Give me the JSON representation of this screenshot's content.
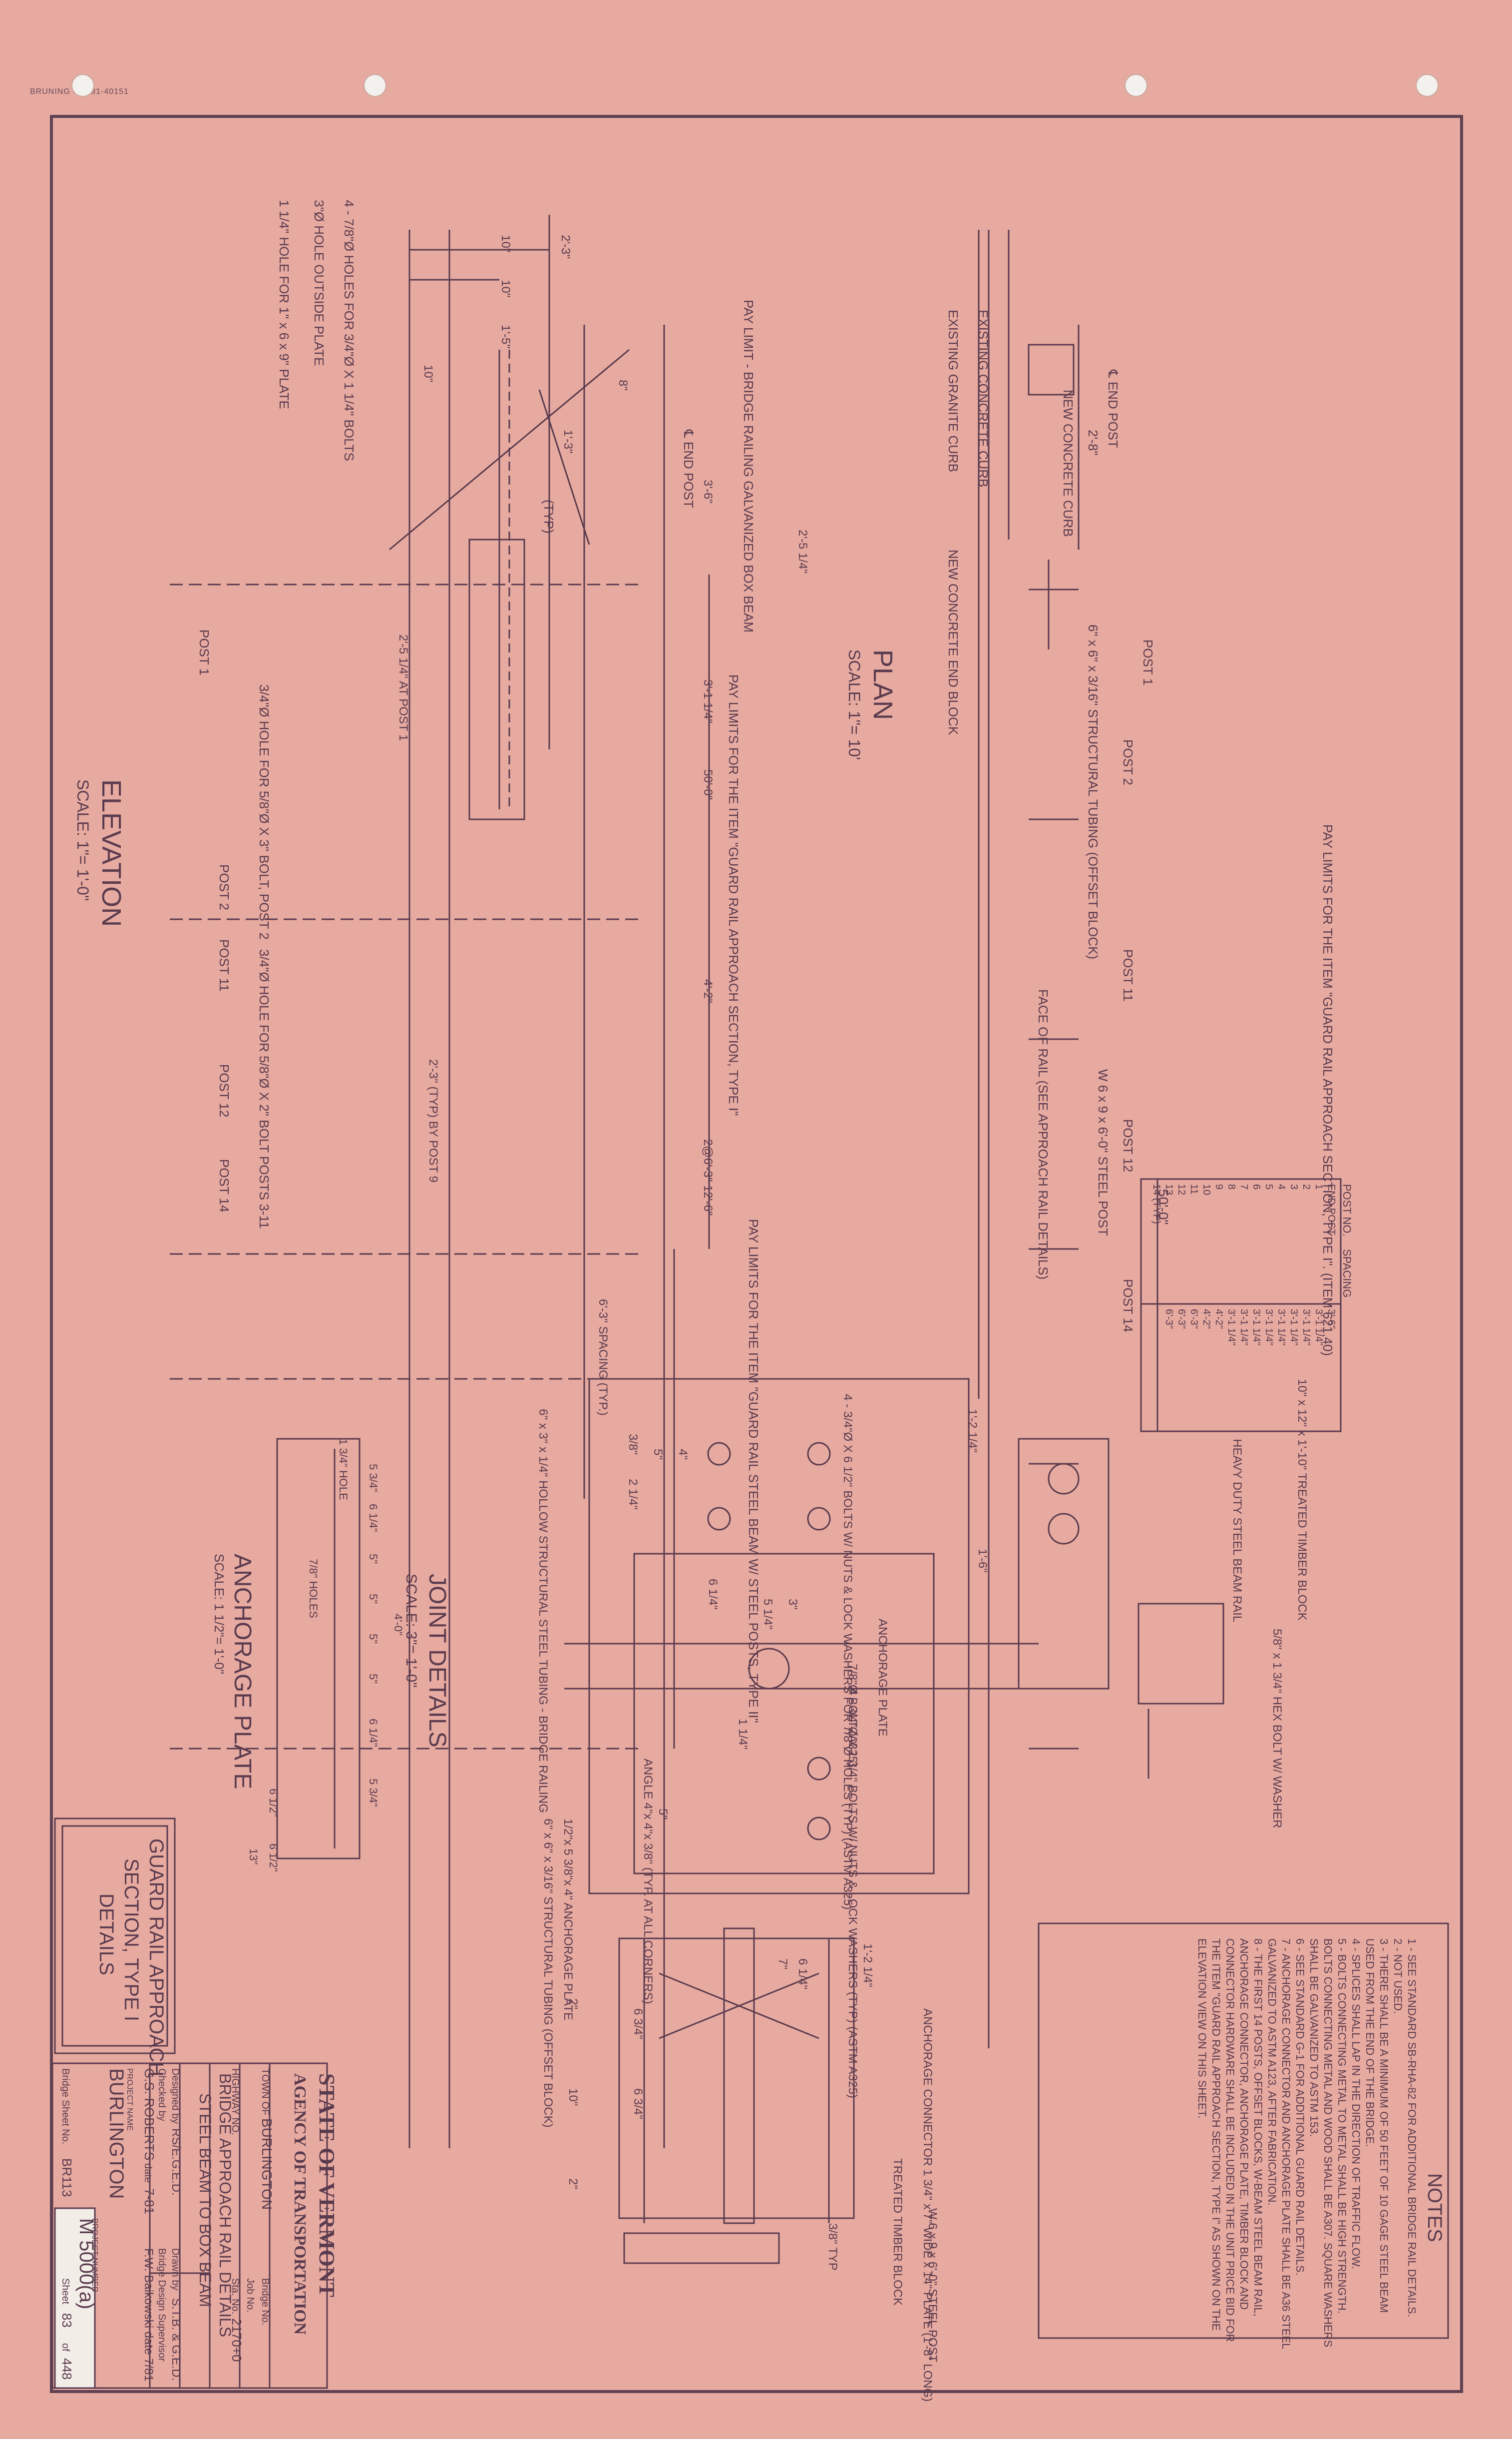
{
  "sheet": {
    "stamp": "BRUNING 44-131-40151"
  },
  "elevation": {
    "title": "ELEVATION",
    "scale": "SCALE: 1\"= 1'-0\"",
    "dims": [
      "2'-3\"",
      "10\"",
      "10\"",
      "1'-5\"",
      "10\"",
      "1'-3\"",
      "8\"",
      "2'-5 1/4\"",
      "3'-6\"",
      "3'-1 1/4\"",
      "50'-0\"",
      "4'-2\"",
      "2@6'-3\" 12'-6\"",
      "6'-3\" SPACING (TYP.)",
      "2'-3\" (TYP) BY POST 9",
      "2'-5 1/4\" AT POST 1"
    ],
    "labels": [
      "PAY LIMIT - BRIDGE RAILING GALVANIZED BOX BEAM",
      "℄ END POST",
      "PAY LIMITS FOR THE ITEM \"GUARD RAIL APPROACH SECTION, TYPE I\"",
      "PAY LIMITS FOR THE ITEM \"GUARD RAIL STEEL BEAM W/ STEEL POSTS, TYPE II\"",
      "4 - 7/8\"Ø HOLES FOR 3/4\"Ø X 1 1/4\" BOLTS",
      "3\"Ø HOLE OUTSIDE PLATE",
      "1 1/4\" HOLE FOR 1\" x 6 x 9\" PLATE",
      "3/4\"Ø HOLE FOR 5/8\"Ø X 3\" BOLT, POST 2",
      "3/4\"Ø HOLE FOR 5/8\"Ø X 2\" BOLT POSTS 3-11",
      "POST 1",
      "POST 2",
      "POST 11",
      "POST 12",
      "POST 14",
      "(TYP)"
    ]
  },
  "plan": {
    "title": "PLAN",
    "scale": "SCALE: 1\"= 10'",
    "labels": [
      "℄ END POST",
      "2'-8\"",
      "NEW CONCRETE CURB",
      "EXISTING CONCRETE CURB",
      "EXISTING GRANITE CURB",
      "NEW CONCRETE END BLOCK",
      "6\" x 6\" x 3/16\" STRUCTURAL TUBING (OFFSET BLOCK)",
      "FACE OF RAIL (SEE APPROACH RAIL DETAILS)",
      "W 6 x 9 x 6'-0\" STEEL POST",
      "POST 1",
      "POST 2",
      "POST 11",
      "POST 12",
      "POST 14",
      "PAY LIMITS FOR THE ITEM \"GUARD RAIL APPROACH SECTION, TYPE I\". (ITEM 621.40)"
    ]
  },
  "spacing_table": {
    "dim": "50'-0\"",
    "headers": [
      "POST NO.",
      "SPACING"
    ],
    "rows": [
      [
        "END POST",
        "3'-6\""
      ],
      [
        "1",
        "3'-1 1/4\""
      ],
      [
        "2",
        "3'-1 1/4\""
      ],
      [
        "3",
        "3'-1 1/4\""
      ],
      [
        "4",
        "3'-1 1/4\""
      ],
      [
        "5",
        "3'-1 1/4\""
      ],
      [
        "6",
        "3'-1 1/4\""
      ],
      [
        "7",
        "3'-1 1/4\""
      ],
      [
        "8",
        "3'-1 1/4\""
      ],
      [
        "9",
        "4'-2\""
      ],
      [
        "10",
        "4'-2\""
      ],
      [
        "11",
        "6'-3\""
      ],
      [
        "12",
        "6'-3\""
      ],
      [
        "13",
        "6'-3\""
      ],
      [
        "14 (TYP)",
        ""
      ]
    ]
  },
  "joint_details": {
    "title": "JOINT DETAILS",
    "scale": "SCALE: 3\"= 1'-0\"",
    "labels": [
      "6\" x 3\" x 1/4\" HOLLOW STRUCTURAL STEEL TUBING - BRIDGE RAILING",
      "1'-2 1/4\"",
      "1'-6\"",
      "4 - 3/4\"Ø X 6 1/2\" BOLTS W/ NUTS & LOCK WASHERS FOR 7/8\"Ø HOLES (TYP) (ASTM A325)",
      "4 - 3/4\"Ø X 1 3/4\" BOLTS W/ NUTS & LOCK WASHERS (TYP) (ASTM A325)",
      "7/8\"Ø BOLT (A325)",
      "ANCHORAGE PLATE",
      "5\"",
      "6 1/4\"",
      "5 1/4\"",
      "3\"",
      "5\"",
      "1 1/4\"",
      "4\"",
      "3/8\"",
      "2 1/4\""
    ]
  },
  "anchorage_plate": {
    "title": "ANCHORAGE PLATE",
    "scale": "SCALE: 1 1/2\"= 1'-0\"",
    "dims": [
      "4'-0\"",
      "5 3/4\"",
      "6 1/4\"",
      "5\"",
      "5\"",
      "5\"",
      "5\"",
      "6 1/4\"",
      "5 3/4\"",
      "13\"",
      "6 1/2\"",
      "6 1/2\""
    ],
    "labels": [
      "1 3/4\" HOLE",
      "7/8\" HOLES"
    ]
  },
  "section": {
    "labels": [
      "1'-2 1/4\"",
      "6 3/4\"",
      "6 3/4\"",
      "6 1/4\"",
      "7\"",
      "3/8\" TYP",
      "2\"",
      "10\"",
      "2\"",
      "6\" x 6\" x 3/16\" STRUCTURAL TUBING (OFFSET BLOCK)",
      "1/2\"x 5 3/8\"x 4\" ANCHORAGE PLATE",
      "ANGLE 4\"x 4\"x 3/8\" (TYP. AT ALL CORNERS)",
      "ANCHORAGE CONNECTOR 1 3/4\" x 7\" WIDE x 14\" PLATE (1'-8\" LONG)",
      "TREATED TIMBER BLOCK",
      "W 6 x 9 x 6'-0\" STEEL POST",
      "HEAVY DUTY STEEL BEAM RAIL",
      "10\" x 12\" x 1'-10\" TREATED TIMBER BLOCK",
      "5/8\" x 1 3/4\" HEX BOLT W/ WASHER"
    ]
  },
  "notes": {
    "title": "NOTES",
    "items": [
      "1 - SEE STANDARD SB-RHA-82 FOR ADDITIONAL BRIDGE RAIL DETAILS.",
      "2 - NOT USED.",
      "3 - THERE SHALL BE A MINIMUM OF 50 FEET OF 10 GAGE STEEL BEAM USED FROM THE END OF THE BRIDGE.",
      "4 - SPLICES SHALL LAP IN THE DIRECTION OF TRAFFIC FLOW.",
      "5 - BOLTS CONNECTING METAL TO METAL SHALL BE HIGH STRENGTH. BOLTS CONNECTING METAL AND WOOD SHALL BE A307. SQUARE WASHERS SHALL BE GALVANIZED TO ASTM 153.",
      "6 - SEE STANDARD G-1 FOR ADDITIONAL GUARD RAIL DETAILS.",
      "7 - ANCHORAGE CONNECTOR AND ANCHORAGE PLATE SHALL BE A36 STEEL GALVANIZED TO ASTM A123, AFTER FABRICATION.",
      "8 - THE FIRST 14 POSTS, OFFSET BLOCKS, W-BEAM STEEL BEAM RAIL, ANCHORAGE CONNECTOR, ANCHORAGE PLATE, TIMBER BLOCK AND CONNECTOR HARDWARE SHALL BE INCLUDED IN THE UNIT PRICE BID FOR THE ITEM \"GUARD RAIL APPROACH SECTION, TYPE I\" AS SHOWN ON THE ELEVATION VIEW ON THIS SHEET."
    ]
  },
  "sheet_title": {
    "line1": "GUARD RAIL APPROACH",
    "line2": "SECTION, TYPE I",
    "line3": "DETAILS"
  },
  "title_block": {
    "state": "STATE OF VERMONT",
    "agency": "AGENCY OF TRANSPORTATION",
    "town_label": "TOWN OF",
    "town": "BURLINGTON",
    "highway_label": "HIGHWAY NO.",
    "highway": "",
    "bridge_label": "Bridge No.",
    "bridge": "",
    "station_label": "Sta. No.",
    "station": "2170+0",
    "job_label": "Job No.",
    "title1": "BRIDGE APPROACH RAIL DETAILS",
    "title2": "STEEL BEAM TO BOX BEAM",
    "designed_label": "Designed by",
    "designed": "RS/E.G.E.D.",
    "drawn_label": "Drawn by",
    "drawn": "S.T.B. & G.E.D.",
    "checked_label": "Checked by",
    "checked": "G.S. ROBERTS",
    "date_label": "date",
    "date": "7-81",
    "supervisor_label": "Bridge Design Supervisor",
    "supervisor": "F.W. Baikowski date 7/81",
    "project_label": "PROJECT NAME",
    "project": "BURLINGTON",
    "project_no_label": "PROJECT NUMBER",
    "project_no": "M 5000(a)",
    "bridge_sheet_label": "Bridge Sheet No.",
    "bridge_sheet": "BR113",
    "sheet_label": "Sheet",
    "sheet": "83",
    "of_label": "of",
    "of": "448"
  }
}
